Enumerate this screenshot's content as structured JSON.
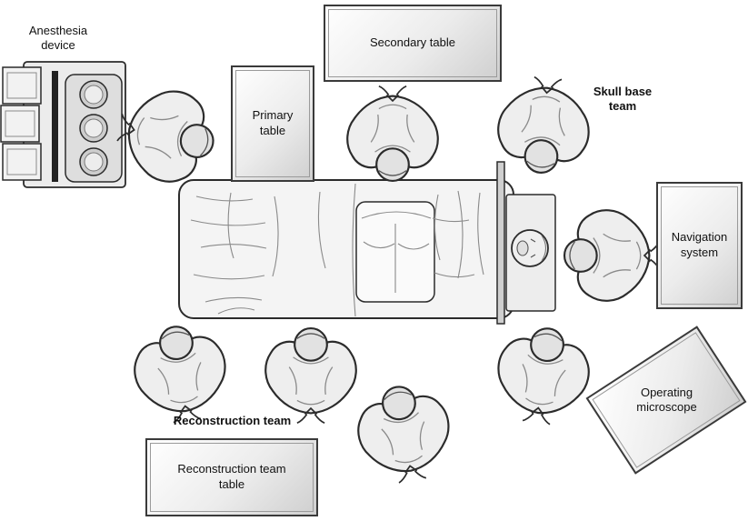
{
  "labels": {
    "anesthesia_device": "Anesthesia device",
    "primary_table": "Primary table",
    "secondary_table": "Secondary table",
    "skull_base_team": "Skull base team",
    "navigation_system": "Navigation system",
    "operating_microscope": "Operating microscope",
    "reconstruction_team": "Reconstruction team",
    "reconstruction_team_table": "Reconstruction team table"
  },
  "figures": {
    "staff_count": 8,
    "patient_count": 1
  },
  "colors": {
    "outline": "#2b2b2b",
    "fill_light": "#f4f4f4",
    "fill_shaded": "#cfcfcf",
    "background": "#ffffff"
  }
}
